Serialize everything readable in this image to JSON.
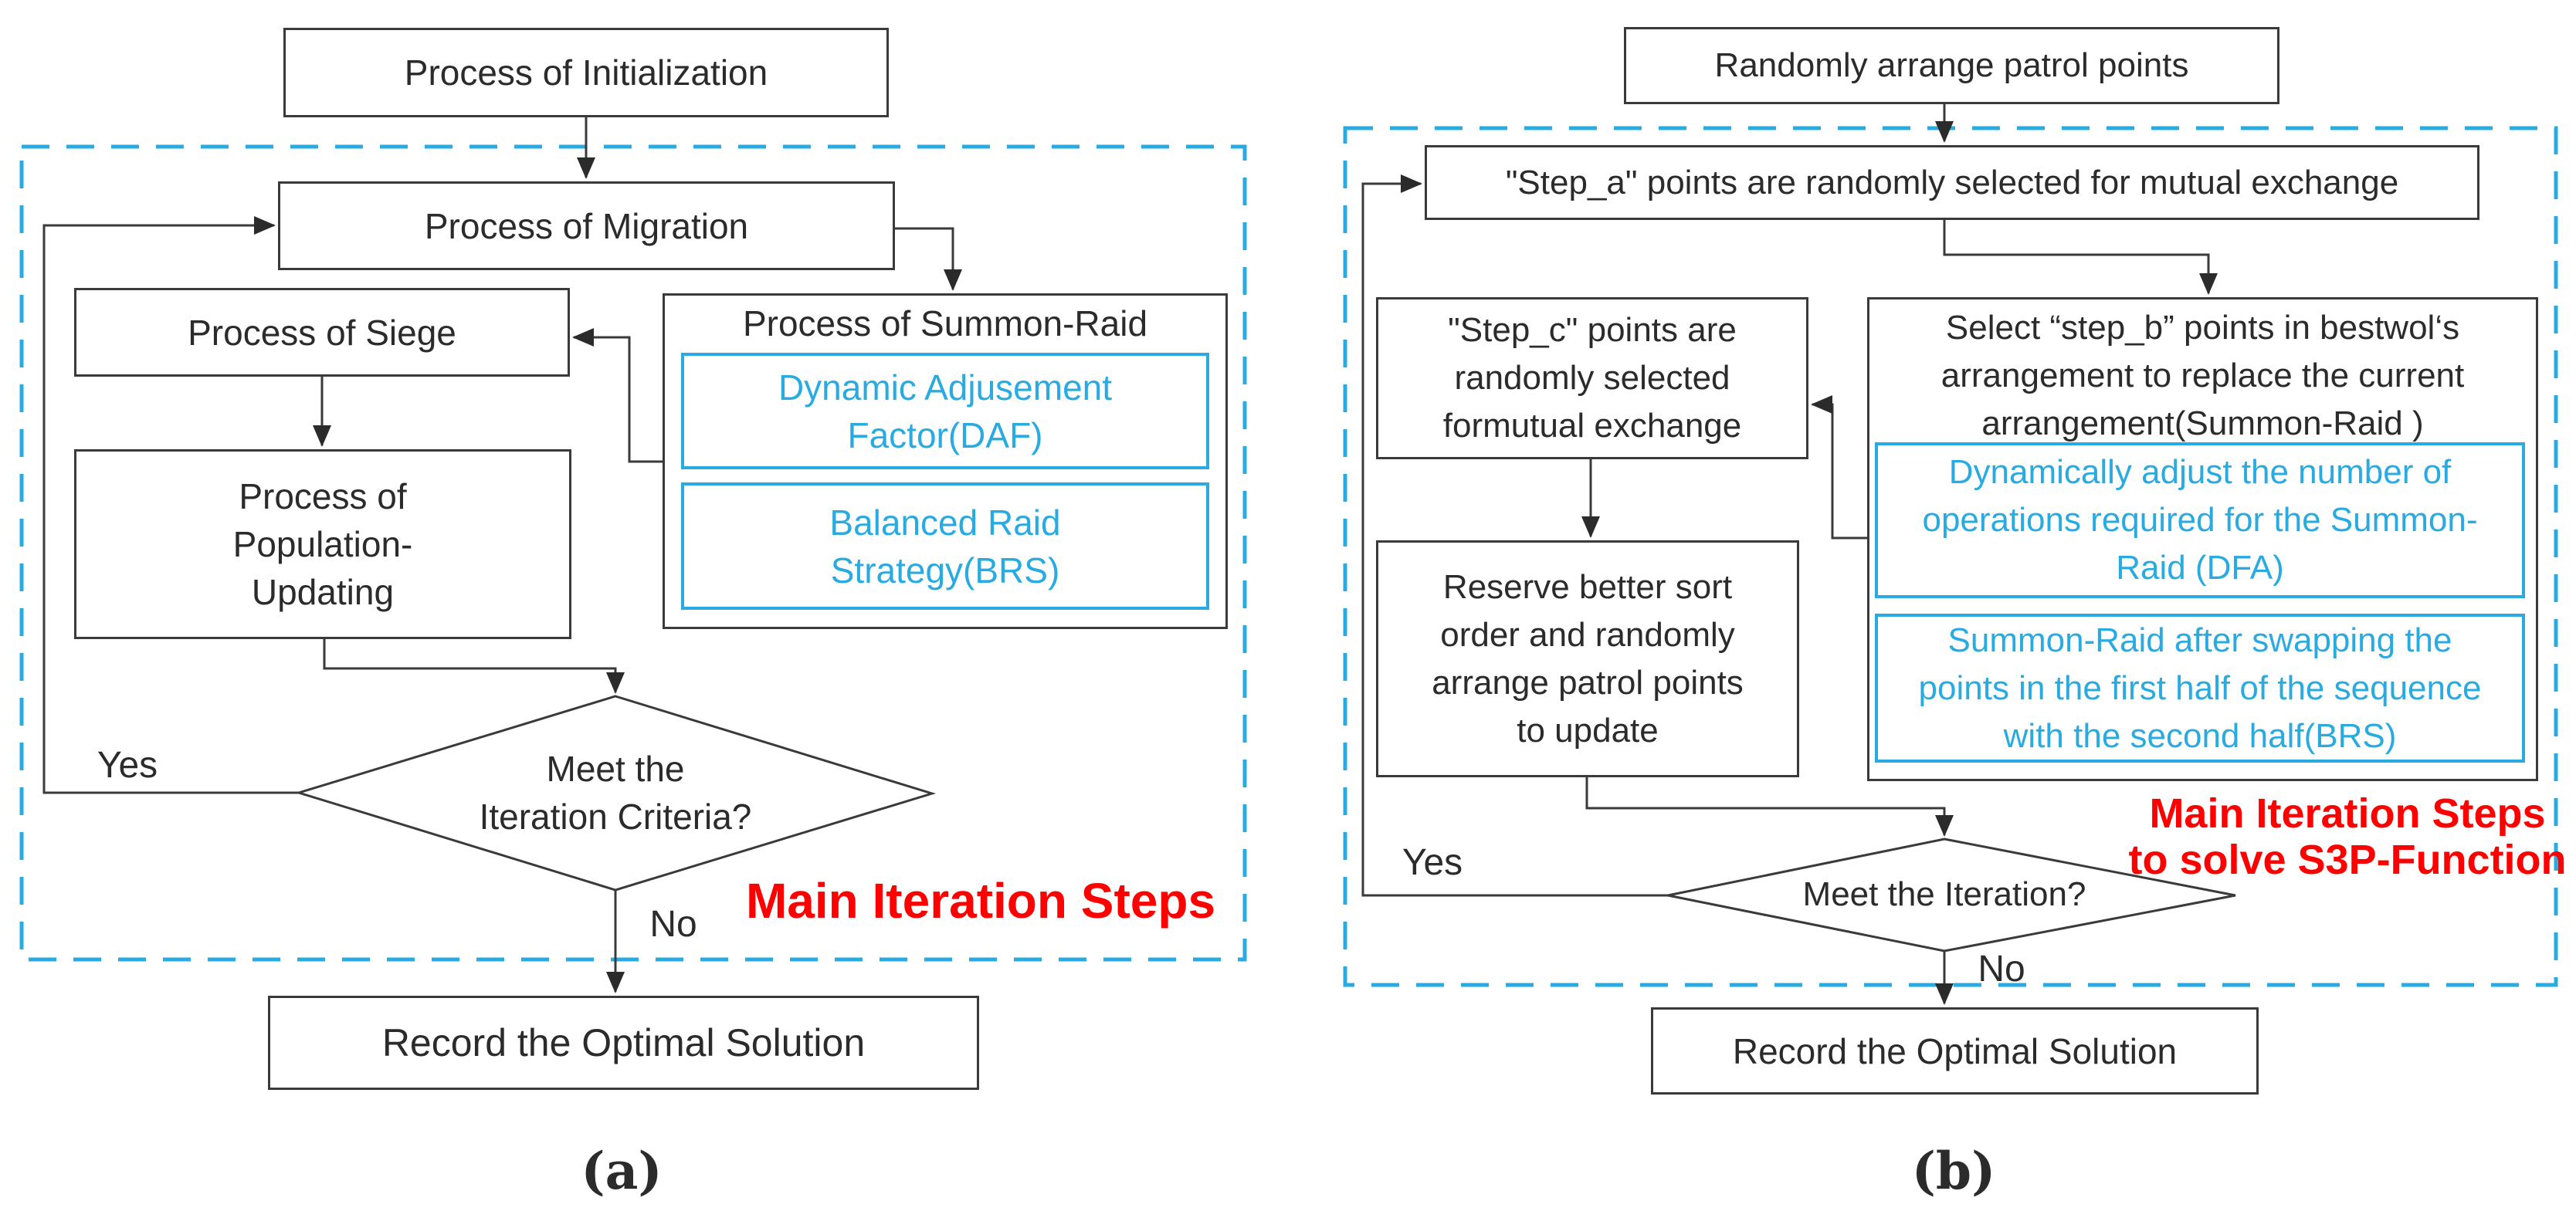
{
  "colors": {
    "cyan_accent": "#29ABE2",
    "red_accent": "#FF0000",
    "ink": "#2b2b2b",
    "line": "#3a3a3a"
  },
  "panel_a": {
    "caption": "(a)",
    "init_box": "Process of Initialization",
    "migration_box": "Process of Migration",
    "siege_box": "Process of Siege",
    "summon_title": "Process of Summon-Raid",
    "daf_lines": [
      "Dynamic Adjusement",
      "Factor(DAF)"
    ],
    "brs_lines": [
      "Balanced Raid",
      "Strategy(BRS)"
    ],
    "population_lines": [
      "Process of",
      "Population-",
      "Updating"
    ],
    "decision_lines": [
      "Meet the",
      "Iteration Criteria?"
    ],
    "yes_label": "Yes",
    "no_label": "No",
    "region_label": "Main Iteration Steps",
    "record_box": "Record the Optimal Solution"
  },
  "panel_b": {
    "caption": "(b)",
    "start_box": "Randomly arrange patrol points",
    "step_a_box": "\"Step_a\" points are randomly selected for mutual exchange",
    "step_c_lines": [
      "\"Step_c\" points are",
      "randomly selected",
      "formutual exchange"
    ],
    "select_lines": [
      "Select “step_b” points in bestwol‘s",
      "arrangement to replace the current",
      "arrangement(Summon-Raid )"
    ],
    "dfa_lines": [
      "Dynamically adjust the number of",
      "operations required for the Summon-",
      "Raid (DFA)"
    ],
    "brs_lines": [
      "Summon-Raid after swapping the",
      "points in the first half of the sequence",
      "with the second half(BRS)"
    ],
    "reserve_lines": [
      "Reserve better sort",
      "order and randomly",
      "arrange patrol points",
      "to update"
    ],
    "decision_line": "Meet the Iteration?",
    "yes_label": "Yes",
    "no_label": "No",
    "region_label_lines": [
      "Main Iteration Steps",
      "to solve S3P-Function"
    ],
    "record_box": "Record the Optimal Solution"
  }
}
